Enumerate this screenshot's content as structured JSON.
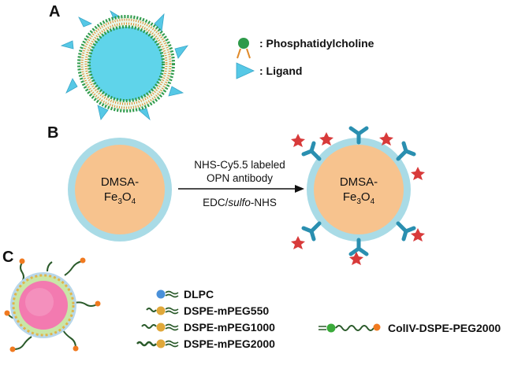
{
  "panels": {
    "a": {
      "label": "A",
      "legend": [
        {
          "icon": "phosphatidylcholine-icon",
          "text": ": Phosphatidylcholine"
        },
        {
          "icon": "ligand-icon",
          "text": ": Ligand"
        }
      ]
    },
    "b": {
      "label": "B",
      "core_left": {
        "line1": "DMSA-",
        "line2": "Fe3O4"
      },
      "core_right": {
        "line1": "DMSA-",
        "line2": "Fe3O4"
      },
      "reagent_top_line1": "NHS-Cy5.5 labeled",
      "reagent_top_line2": "OPN antibody",
      "reagent_bottom_prefix": "EDC/",
      "reagent_bottom_italic": "sulfo",
      "reagent_bottom_suffix": "-NHS"
    },
    "c": {
      "label": "C",
      "legend": [
        {
          "icon": "dlpc-icon",
          "text": "DLPC"
        },
        {
          "icon": "dspe-mpeg550-icon",
          "text": "DSPE-mPEG550"
        },
        {
          "icon": "dspe-mpeg1000-icon",
          "text": "DSPE-mPEG1000"
        },
        {
          "icon": "dspe-mpeg2000-icon",
          "text": "DSPE-mPEG2000"
        }
      ],
      "coliv_text": "ColIV-DSPE-PEG2000"
    }
  },
  "colors": {
    "liposome_core": "#5fd4ea",
    "lipid_head": "#2e9a4a",
    "lipid_tail": "#e08a2a",
    "ligand": "#56c8e6",
    "nanoparticle_core": "#f7c38e",
    "nanoparticle_shell": "#a9dbe6",
    "antibody": "#2a8fb0",
    "cy55": "#d83a3a",
    "pink_core": "#f37ab0",
    "peg_green": "#2a5a2a",
    "orange_tip": "#f07a20"
  }
}
